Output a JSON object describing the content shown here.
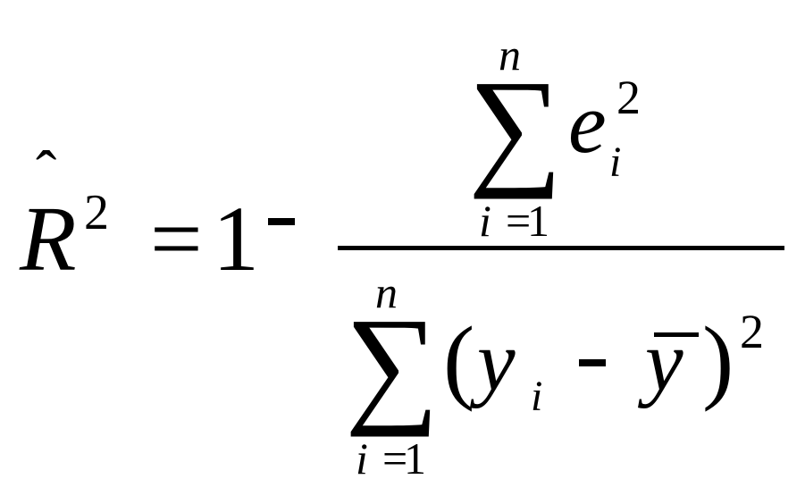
{
  "formula": {
    "lhs": {
      "symbol": "R",
      "accent": "ˆ",
      "exponent": "2"
    },
    "equals": "=",
    "one": "1",
    "minus": "-",
    "numerator": {
      "sum_upper": "n",
      "sum_symbol": "∑",
      "sum_index": "i",
      "sum_index_eq": "=",
      "sum_start": "1",
      "term": "e",
      "term_exponent": "2",
      "term_subscript": "i"
    },
    "denominator": {
      "sum_upper": "n",
      "sum_symbol": "∑",
      "sum_index": "i",
      "sum_index_eq": "=",
      "sum_start": "1",
      "open_paren": "(",
      "var": "y",
      "var_subscript": "i",
      "minus": "-",
      "mean_var": "y",
      "close_paren": ")",
      "exponent": "2"
    }
  }
}
